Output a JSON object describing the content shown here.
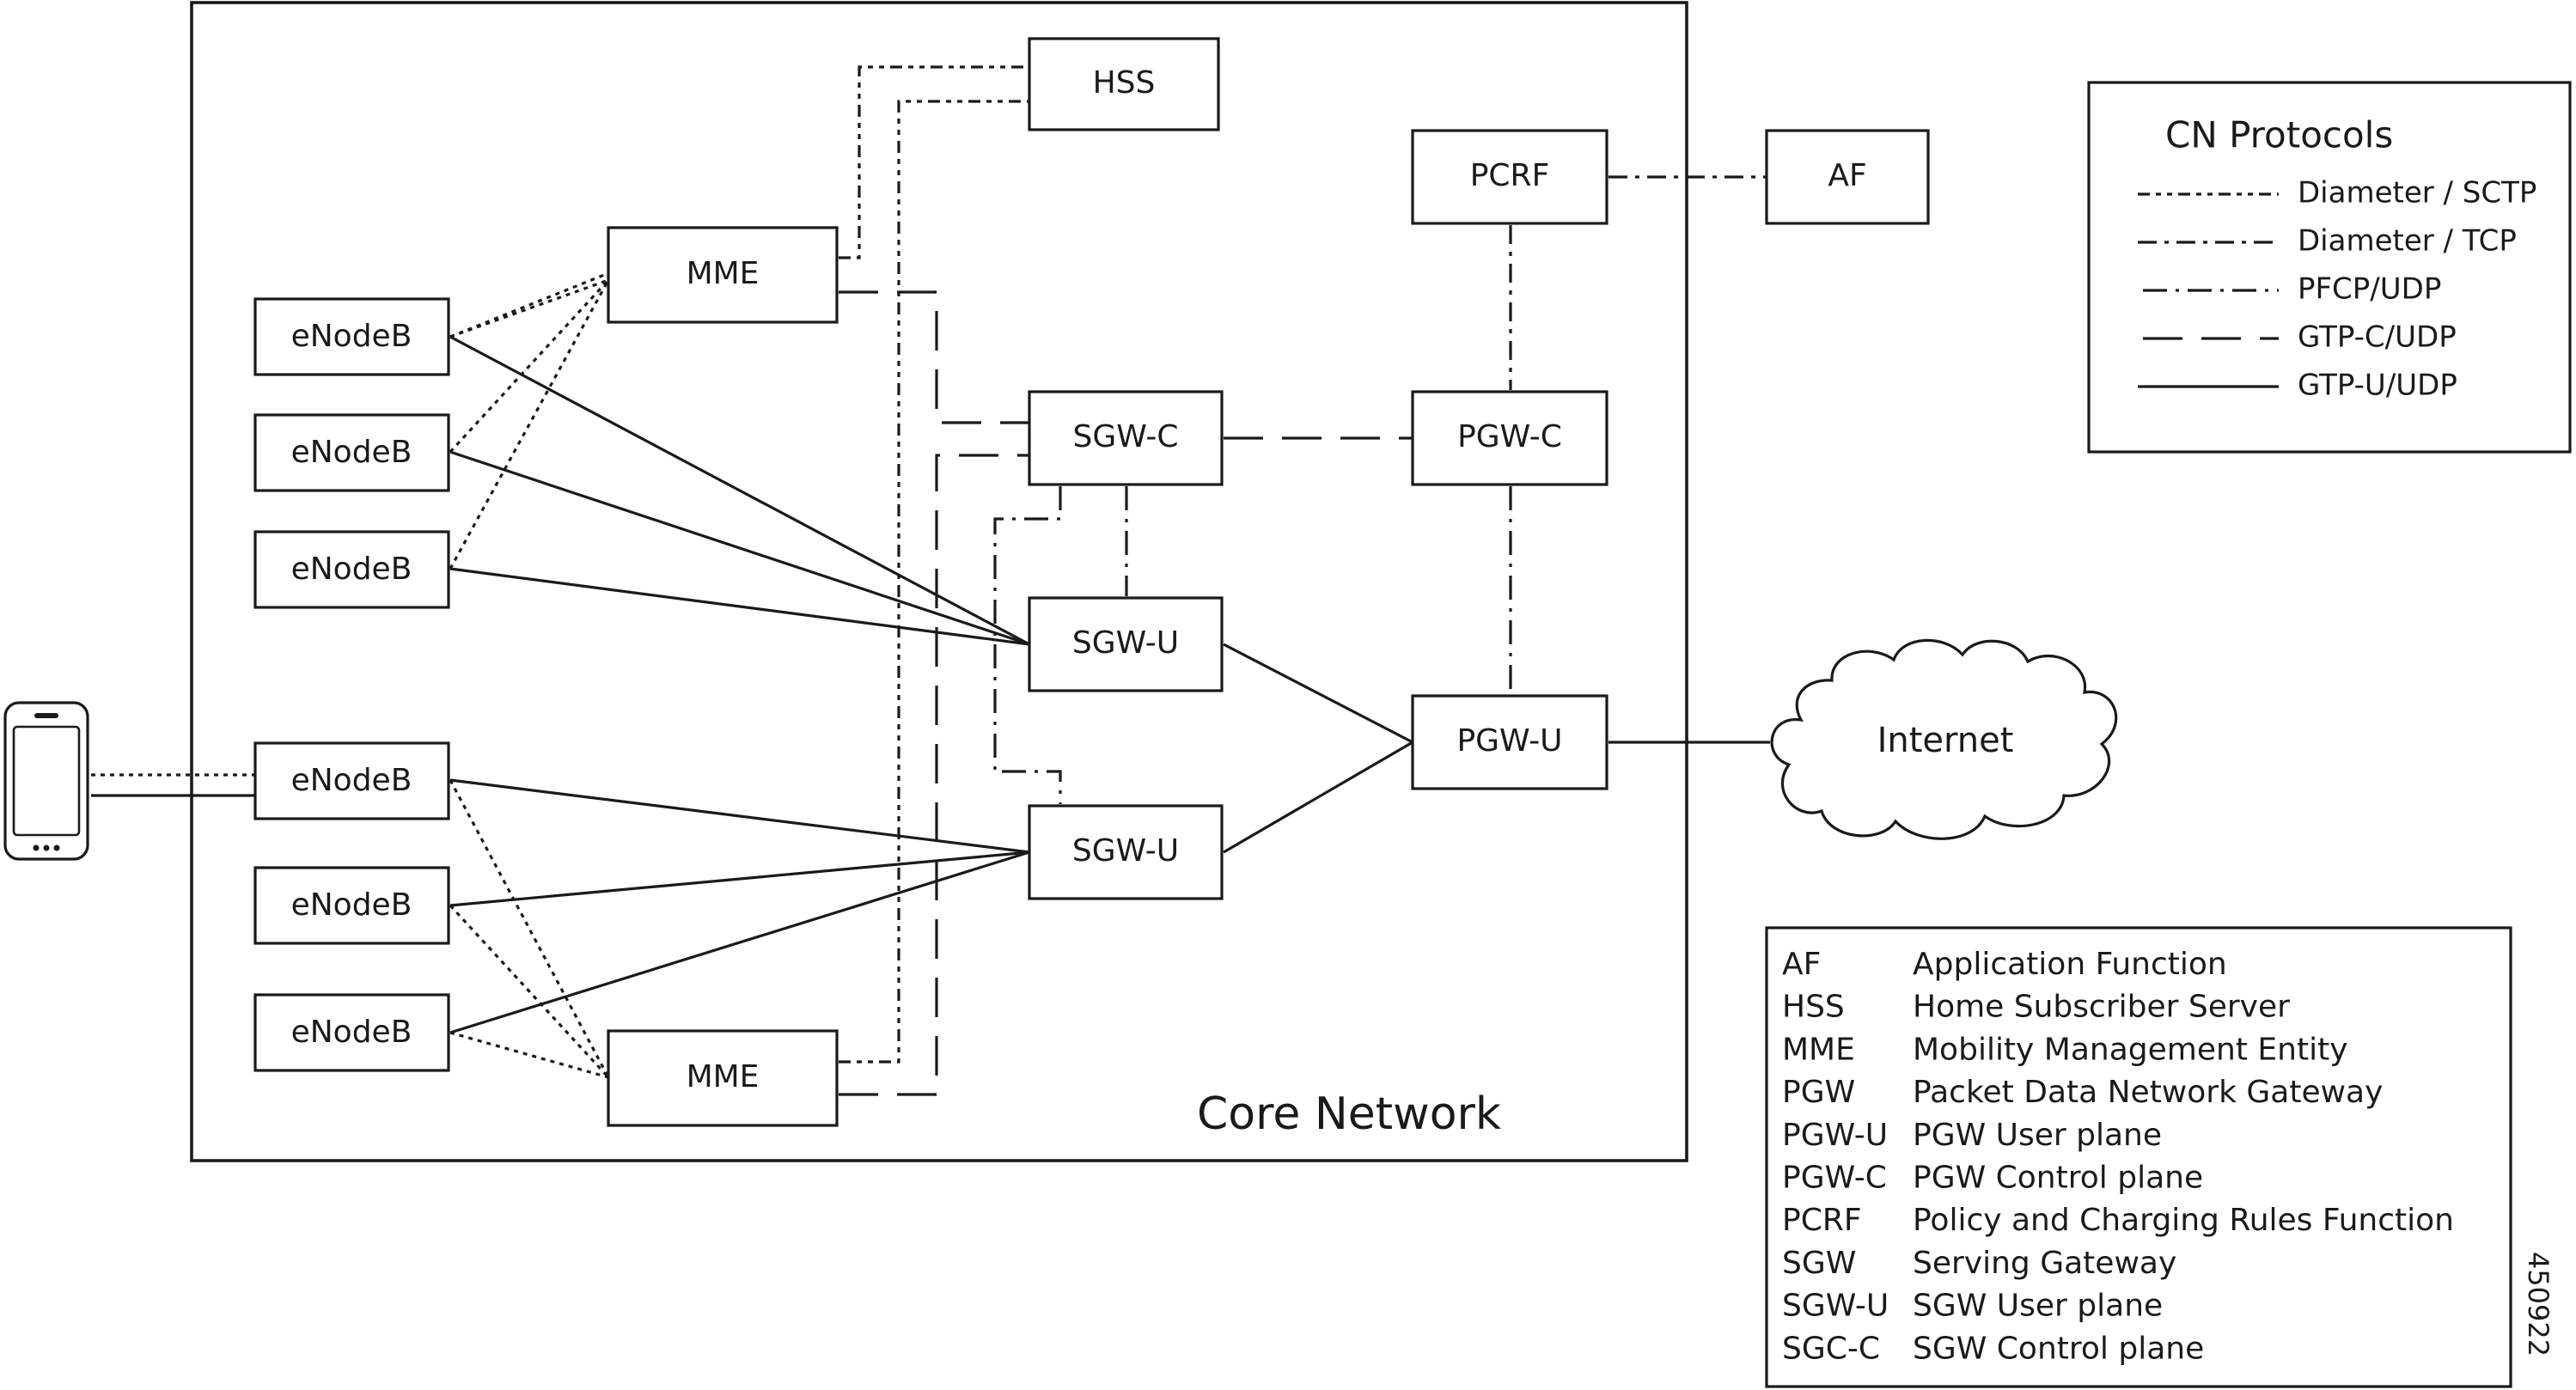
{
  "nodes": {
    "hss": "HSS",
    "pcrf": "PCRF",
    "af": "AF",
    "mme_top": "MME",
    "mme_bottom": "MME",
    "enb1": "eNodeB",
    "enb2": "eNodeB",
    "enb3": "eNodeB",
    "enb4": "eNodeB",
    "enb5": "eNodeB",
    "enb6": "eNodeB",
    "sgw_c": "SGW-C",
    "pgw_c": "PGW-C",
    "sgw_u_top": "SGW-U",
    "sgw_u_bottom": "SGW-U",
    "pgw_u": "PGW-U",
    "internet": "Internet"
  },
  "core_network_label": "Core Network",
  "legend": {
    "title": "CN Protocols",
    "items": [
      {
        "style": "diameter-sctp",
        "label": "Diameter / SCTP"
      },
      {
        "style": "diameter-tcp",
        "label": "Diameter / TCP"
      },
      {
        "style": "pfcp-udp",
        "label": "PFCP/UDP"
      },
      {
        "style": "gtp-c-udp",
        "label": "GTP-C/UDP"
      },
      {
        "style": "gtp-u-udp",
        "label": "GTP-U/UDP"
      }
    ]
  },
  "glossary": [
    {
      "abbr": "AF",
      "desc": "Application Function"
    },
    {
      "abbr": "HSS",
      "desc": "Home Subscriber Server"
    },
    {
      "abbr": "MME",
      "desc": "Mobility Management Entity"
    },
    {
      "abbr": "PGW",
      "desc": "Packet Data Network Gateway"
    },
    {
      "abbr": "PGW-U",
      "desc": "PGW User plane"
    },
    {
      "abbr": "PGW-C",
      "desc": "PGW Control plane"
    },
    {
      "abbr": "PCRF",
      "desc": "Policy and Charging Rules Function"
    },
    {
      "abbr": "SGW",
      "desc": "Serving Gateway"
    },
    {
      "abbr": "SGW-U",
      "desc": "SGW User plane"
    },
    {
      "abbr": "SGC-C",
      "desc": "SGW Control plane"
    }
  ],
  "figure_id": "450922",
  "icons": {
    "phone": "smartphone-icon",
    "internet": "cloud-icon"
  }
}
